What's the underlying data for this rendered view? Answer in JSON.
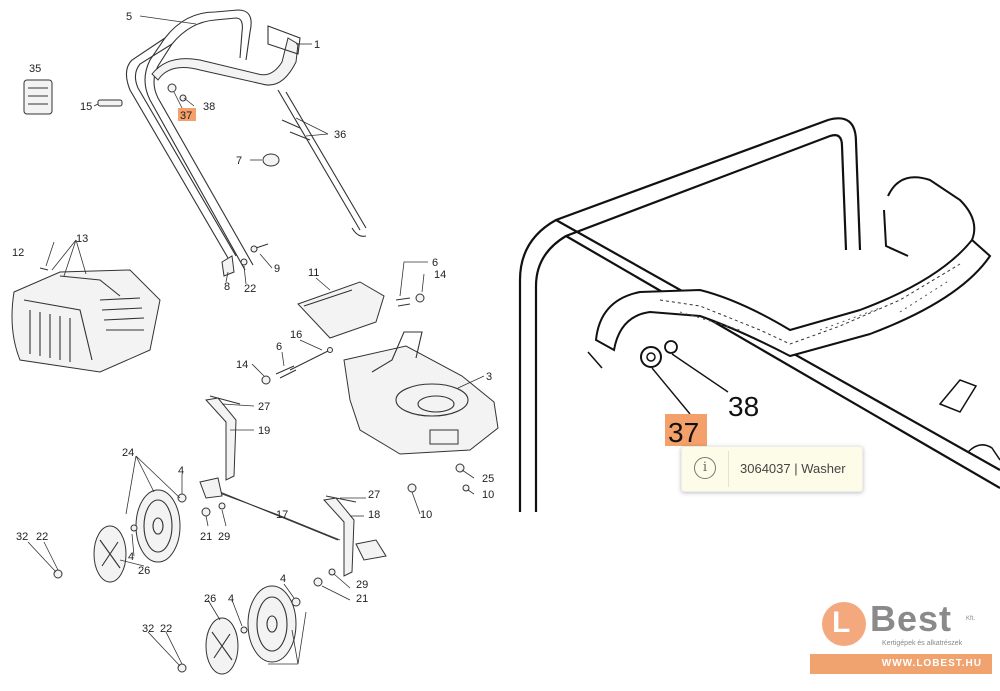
{
  "labels": {
    "p1": "1",
    "p3": "3",
    "p4a": "4",
    "p4b": "4",
    "p4c": "4",
    "p4d": "4",
    "p5": "5",
    "p6a": "6",
    "p6b": "6",
    "p7": "7",
    "p8": "8",
    "p9": "9",
    "p10a": "10",
    "p10b": "10",
    "p11": "11",
    "p12": "12",
    "p13": "13",
    "p14a": "14",
    "p14b": "14",
    "p15": "15",
    "p16": "16",
    "p17": "17",
    "p18": "18",
    "p19": "19",
    "p21a": "21",
    "p21b": "21",
    "p22a": "22",
    "p22b": "22",
    "p22c": "22",
    "p24": "24",
    "p25": "25",
    "p26a": "26",
    "p26b": "26",
    "p27a": "27",
    "p27b": "27",
    "p29a": "29",
    "p29b": "29",
    "p32a": "32",
    "p32b": "32",
    "p35": "35",
    "p36": "36",
    "p37": "37",
    "p38": "38"
  },
  "zoom": {
    "label_37": "37",
    "label_38": "38"
  },
  "tooltip": {
    "text": "3064037 | Washer",
    "icon": "info-icon"
  },
  "logo": {
    "brand": "Best",
    "letter": "L",
    "suffix": "Kft.",
    "tagline": "Kertigépek és alkatrészek",
    "url": "WWW.LOBEST.HU"
  },
  "colors": {
    "highlight": "#f4a06a",
    "tooltip_bg": "#fdfce8",
    "logo_orange": "#f0a36f"
  }
}
